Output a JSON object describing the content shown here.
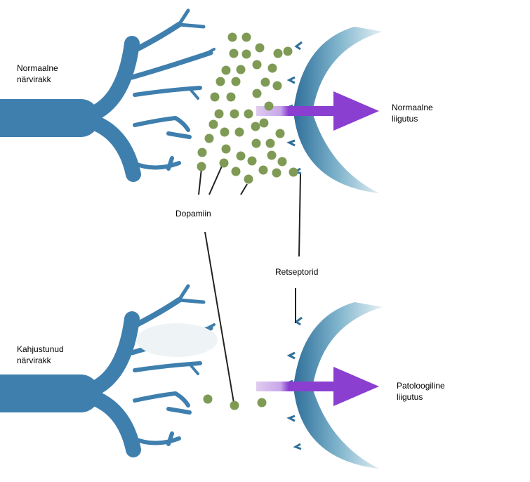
{
  "labels": {
    "normal_neuron": [
      "Normaalne",
      "närvirakk"
    ],
    "normal_movement": [
      "Normaalne",
      "liigutus"
    ],
    "dopamine": "Dopamiin",
    "receptors": "Retseptorid",
    "damaged_neuron": [
      "Kahjustunud",
      "närvirakk"
    ],
    "pathological_movement": [
      "Patoloogiline",
      "liigutus"
    ]
  },
  "colors": {
    "neuron": "#3f7fae",
    "receptor": "#5f9fbf",
    "dopamine": "#7f9a55",
    "arrow": "#8a3fd0"
  }
}
